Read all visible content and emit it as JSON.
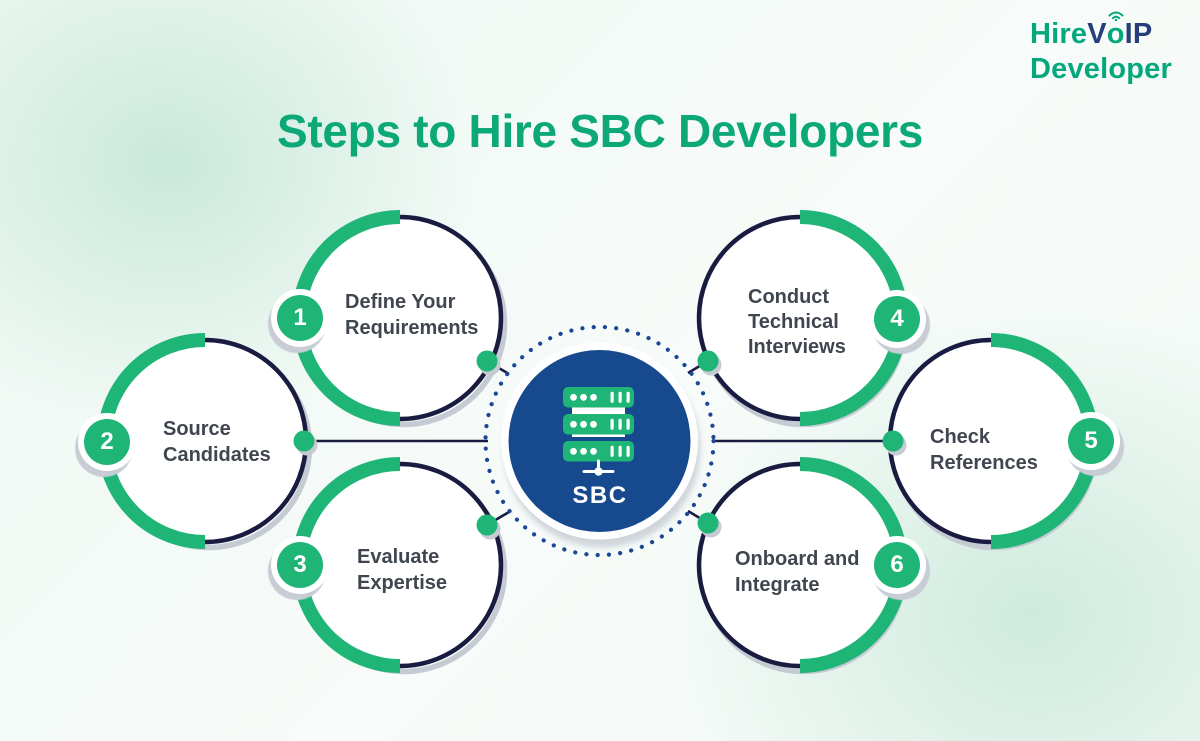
{
  "logo": {
    "hire": "Hire",
    "v": "V",
    "o": "o",
    "ip": "IP",
    "developer": "Developer",
    "wifi_icon": "wifi-signal-icon"
  },
  "title": "Steps to Hire SBC Developers",
  "center": {
    "label": "SBC",
    "icon": "server-stack-icon"
  },
  "steps": [
    {
      "number": "1",
      "label": "Define Your\nRequirements",
      "badge_side": "left"
    },
    {
      "number": "2",
      "label": "Source\nCandidates",
      "badge_side": "left"
    },
    {
      "number": "3",
      "label": "Evaluate\nExpertise",
      "badge_side": "left"
    },
    {
      "number": "4",
      "label": "Conduct\nTechnical\nInterviews",
      "badge_side": "right"
    },
    {
      "number": "5",
      "label": "Check\nReferences",
      "badge_side": "right"
    },
    {
      "number": "6",
      "label": "Onboard and\nIntegrate",
      "badge_side": "right"
    }
  ],
  "colors": {
    "accent_green": "#1EB577",
    "title_green": "#0CA878",
    "logo_green": "#05A87C",
    "logo_navy": "#273E7C",
    "ring_navy": "#1A1B40",
    "dotted_ring_blue": "#1C4796",
    "center_circle_blue": "#17498E",
    "label_text": "#40464F",
    "shadow_gray": "#C5CAD3"
  }
}
